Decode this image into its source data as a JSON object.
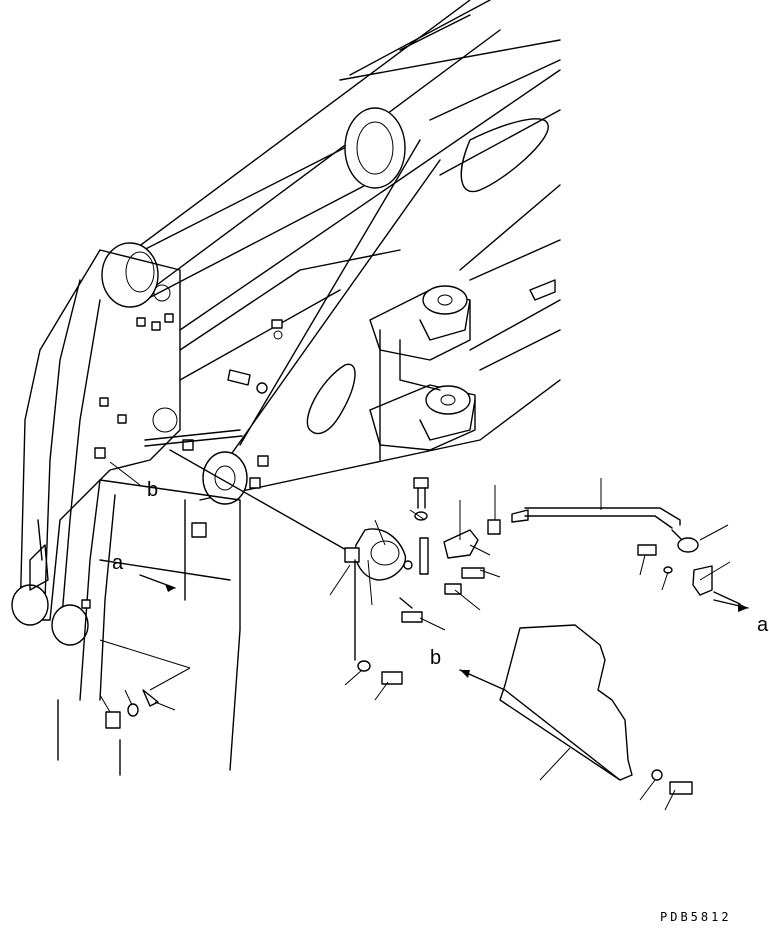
{
  "callouts": {
    "b_left": "b",
    "a_left": "a",
    "b_right": "b",
    "a_right": "a"
  },
  "drawing_code": "PDB5812"
}
